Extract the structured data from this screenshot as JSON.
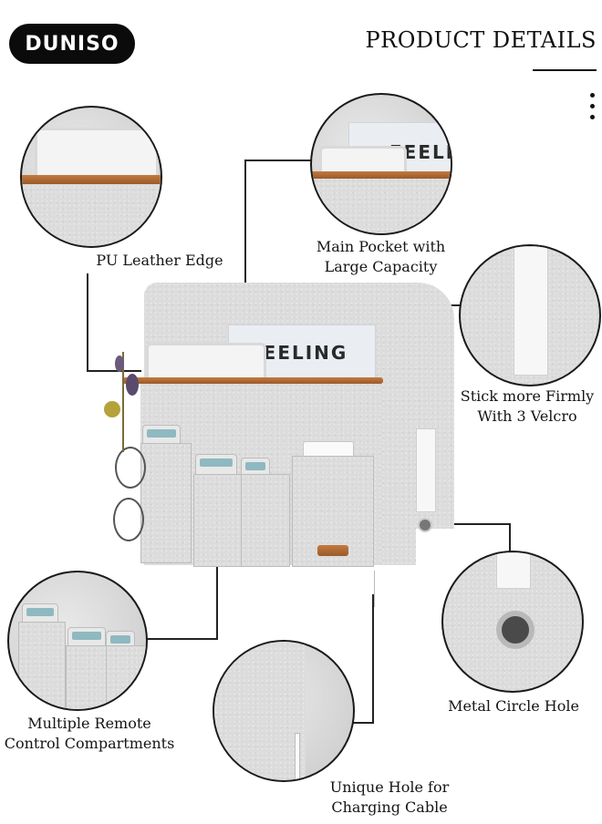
{
  "brand": {
    "logo_text": "DUNISO"
  },
  "header": {
    "title": "PRODUCT DETAILS"
  },
  "features": [
    {
      "id": "pu-leather-edge",
      "lines": [
        "PU Leather Edge"
      ]
    },
    {
      "id": "main-pocket",
      "lines": [
        "Main Pocket with",
        "Large Capacity"
      ]
    },
    {
      "id": "velcro",
      "lines": [
        "Stick more Firmly",
        "With 3 Velcro"
      ]
    },
    {
      "id": "metal-hole",
      "lines": [
        "Metal Circle Hole"
      ]
    },
    {
      "id": "remote-compartments",
      "lines": [
        "Multiple Remote",
        "Control Compartments"
      ]
    },
    {
      "id": "charging-hole",
      "lines": [
        "Unique Hole for",
        "Charging Cable"
      ]
    }
  ],
  "product": {
    "magazine_text": "FEELING",
    "zoom_magazine_text": "FEELIN"
  },
  "colors": {
    "felt": "#dcdcdc",
    "leather": "#b06a34",
    "line": "#222222"
  }
}
